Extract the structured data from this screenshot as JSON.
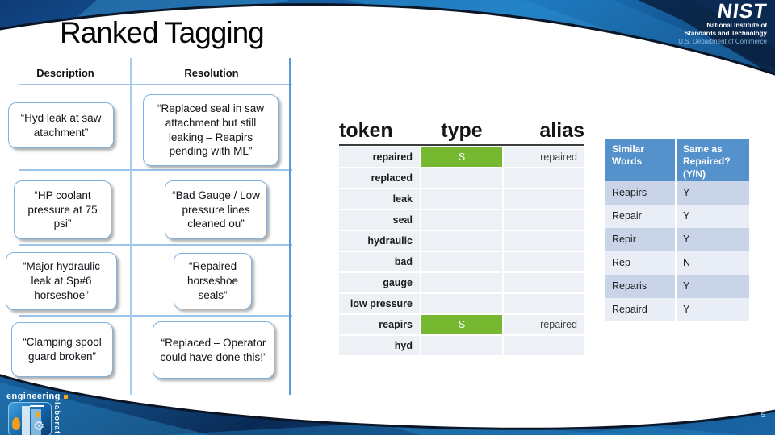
{
  "slide": {
    "title": "Ranked Tagging",
    "page_number": "5"
  },
  "nist_logo": {
    "acronym": "NIST",
    "line1": "National Institute of",
    "line2": "Standards and Technology",
    "line3": "U.S. Department of Commerce"
  },
  "el_logo": {
    "engineering": "engineering",
    "laboratory": "laboratory",
    "gear_icon": "⚙"
  },
  "comparison": {
    "columns": [
      "Description",
      "Resolution"
    ],
    "rows": [
      {
        "description": "“Hyd leak at saw atachment”",
        "resolution": "“Replaced seal in saw attachment but still leaking – Reapirs pending with ML”"
      },
      {
        "description": "“HP coolant pressure at 75 psi”",
        "resolution": "“Bad Gauge / Low pressure lines cleaned ou”"
      },
      {
        "description": "“Major hydraulic leak at Sp#6 horseshoe”",
        "resolution": "“Repaired horseshoe seals”"
      },
      {
        "description": "“Clamping spool guard broken”",
        "resolution": "“Replaced – Operator could have done this!”"
      }
    ]
  },
  "token_table": {
    "headers": [
      "token",
      "type",
      "alias"
    ],
    "rows": [
      {
        "token": "repaired",
        "type": "S",
        "alias": "repaired",
        "highlight": true
      },
      {
        "token": "replaced",
        "type": "",
        "alias": "",
        "highlight": false
      },
      {
        "token": "leak",
        "type": "",
        "alias": "",
        "highlight": false
      },
      {
        "token": "seal",
        "type": "",
        "alias": "",
        "highlight": false
      },
      {
        "token": "hydraulic",
        "type": "",
        "alias": "",
        "highlight": false
      },
      {
        "token": "bad",
        "type": "",
        "alias": "",
        "highlight": false
      },
      {
        "token": "gauge",
        "type": "",
        "alias": "",
        "highlight": false
      },
      {
        "token": "low pressure",
        "type": "",
        "alias": "",
        "highlight": false
      },
      {
        "token": "reapirs",
        "type": "S",
        "alias": "repaired",
        "highlight": true
      },
      {
        "token": "hyd",
        "type": "",
        "alias": "",
        "highlight": false
      }
    ]
  },
  "similar_table": {
    "headers": [
      "Similar Words",
      "Same as Repaired? (Y/N)"
    ],
    "rows": [
      [
        "Reapirs",
        "Y"
      ],
      [
        "Repair",
        "Y"
      ],
      [
        "Repir",
        "Y"
      ],
      [
        "Rep",
        "N"
      ],
      [
        "Reparis",
        "Y"
      ],
      [
        "Repaird",
        "Y"
      ]
    ]
  },
  "colors": {
    "highlight_green": "#76b82f",
    "similar_header_blue": "#5591cb",
    "similar_row_dark": "#cad4e9",
    "similar_row_light": "#e9edf5",
    "grid_line_blue": "#a5cdf0",
    "accent_line_blue": "#579bd7"
  }
}
